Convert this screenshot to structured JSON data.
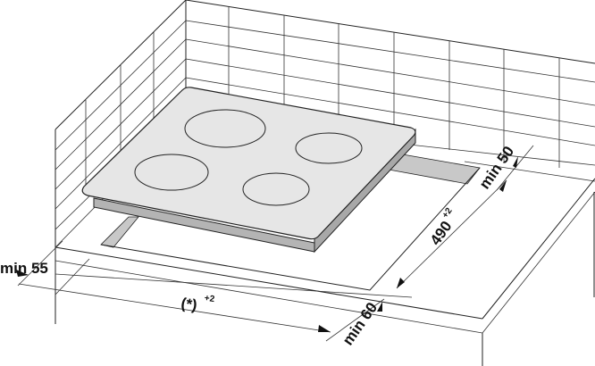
{
  "diagram": {
    "dimensions": {
      "min_left": "min 55",
      "width": "(*)",
      "width_tolerance": "+2",
      "min_front": "min 60",
      "depth": "490",
      "depth_tolerance": "+2",
      "min_back": "min 50"
    },
    "colors": {
      "hob_top": "#e6e6e6",
      "hob_side": "#b4b4b4",
      "cutout_rail": "#c8c8c8",
      "line": "#222222"
    }
  }
}
